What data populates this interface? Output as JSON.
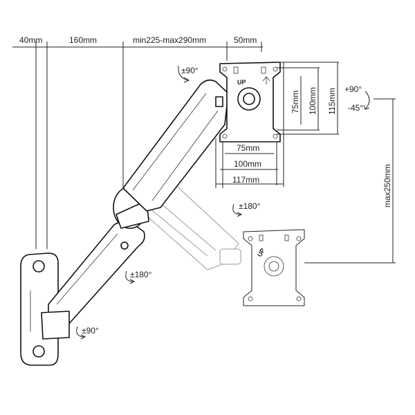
{
  "dimensions": {
    "wall_depth": "40mm",
    "arm_segment": "160mm",
    "extension_range": "min225-max290mm",
    "head_offset": "50mm",
    "vesa_75_h": "75mm",
    "vesa_100_h": "100mm",
    "plate_117_w": "117mm",
    "vesa_75_v": "75mm",
    "vesa_100_v": "100mm",
    "plate_115_v": "115mm",
    "max_height": "max250mm"
  },
  "rotations": {
    "plate_rotate": "±90°",
    "tilt_up": "+90°",
    "tilt_down": "-45°",
    "swivel_head": "±180°",
    "swivel_elbow": "±180°",
    "swivel_base": "±90°"
  },
  "plate_marks": {
    "up_main": "UP",
    "up_ghost": "UP"
  }
}
